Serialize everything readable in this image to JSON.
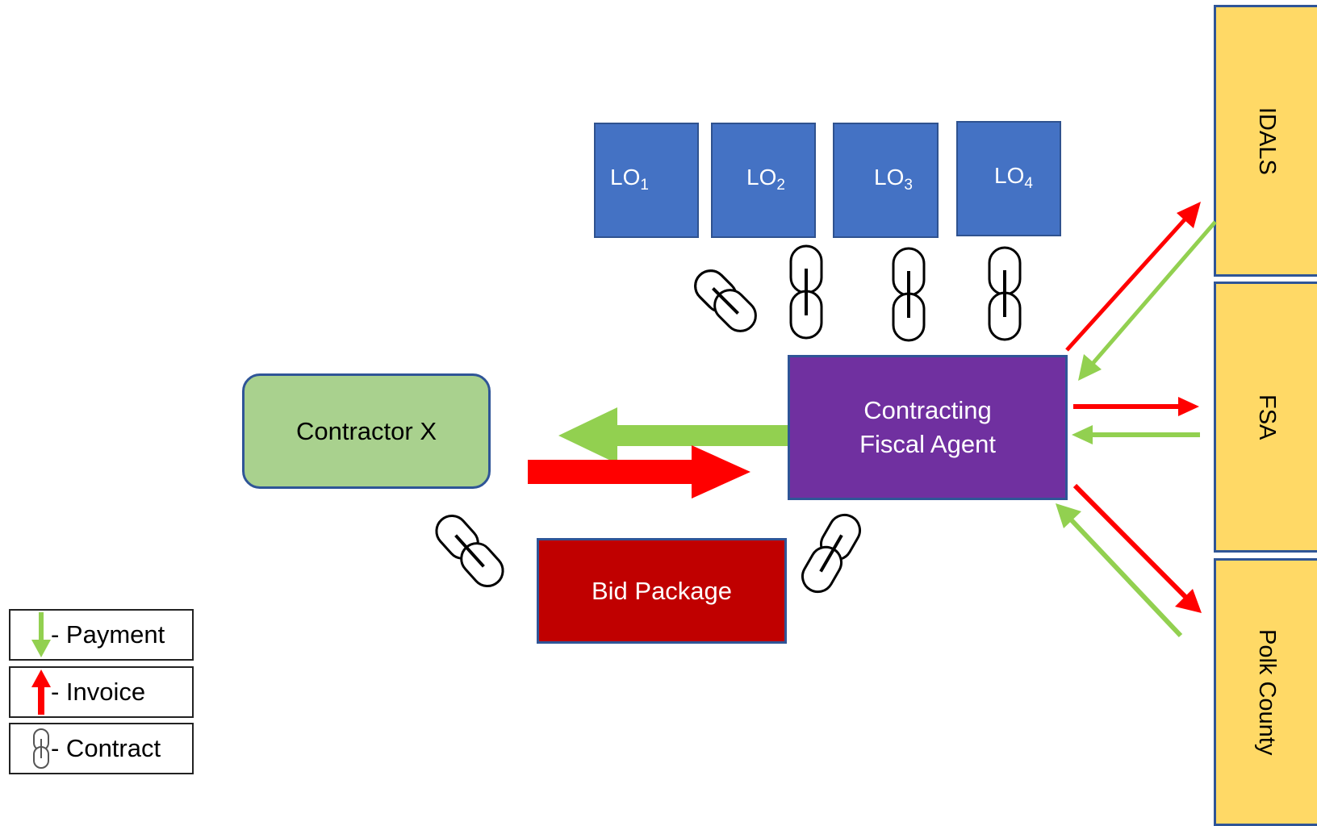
{
  "diagram": {
    "local_orgs": [
      {
        "label": "LO",
        "sub": "1"
      },
      {
        "label": "LO",
        "sub": "2"
      },
      {
        "label": "LO",
        "sub": "3"
      },
      {
        "label": "LO",
        "sub": "4"
      }
    ],
    "contractor": "Contractor X",
    "fiscal_agent": [
      "Contracting",
      "Fiscal Agent"
    ],
    "bid_package": "Bid Package",
    "funders": [
      "IDALS",
      "FSA",
      "Polk County"
    ]
  },
  "legend": {
    "payment": "- Payment",
    "invoice": "- Invoice",
    "contract": "- Contract"
  },
  "colors": {
    "payment": "#92d050",
    "invoice": "#ff0000",
    "lo_fill": "#4472c4",
    "contractor_fill": "#a9d18e",
    "fiscal_agent_fill": "#7030a0",
    "bid_package_fill": "#c00000",
    "funder_fill": "#ffd966"
  },
  "icons": [
    "payment-arrow-icon",
    "invoice-arrow-icon",
    "chain-link-icon"
  ]
}
